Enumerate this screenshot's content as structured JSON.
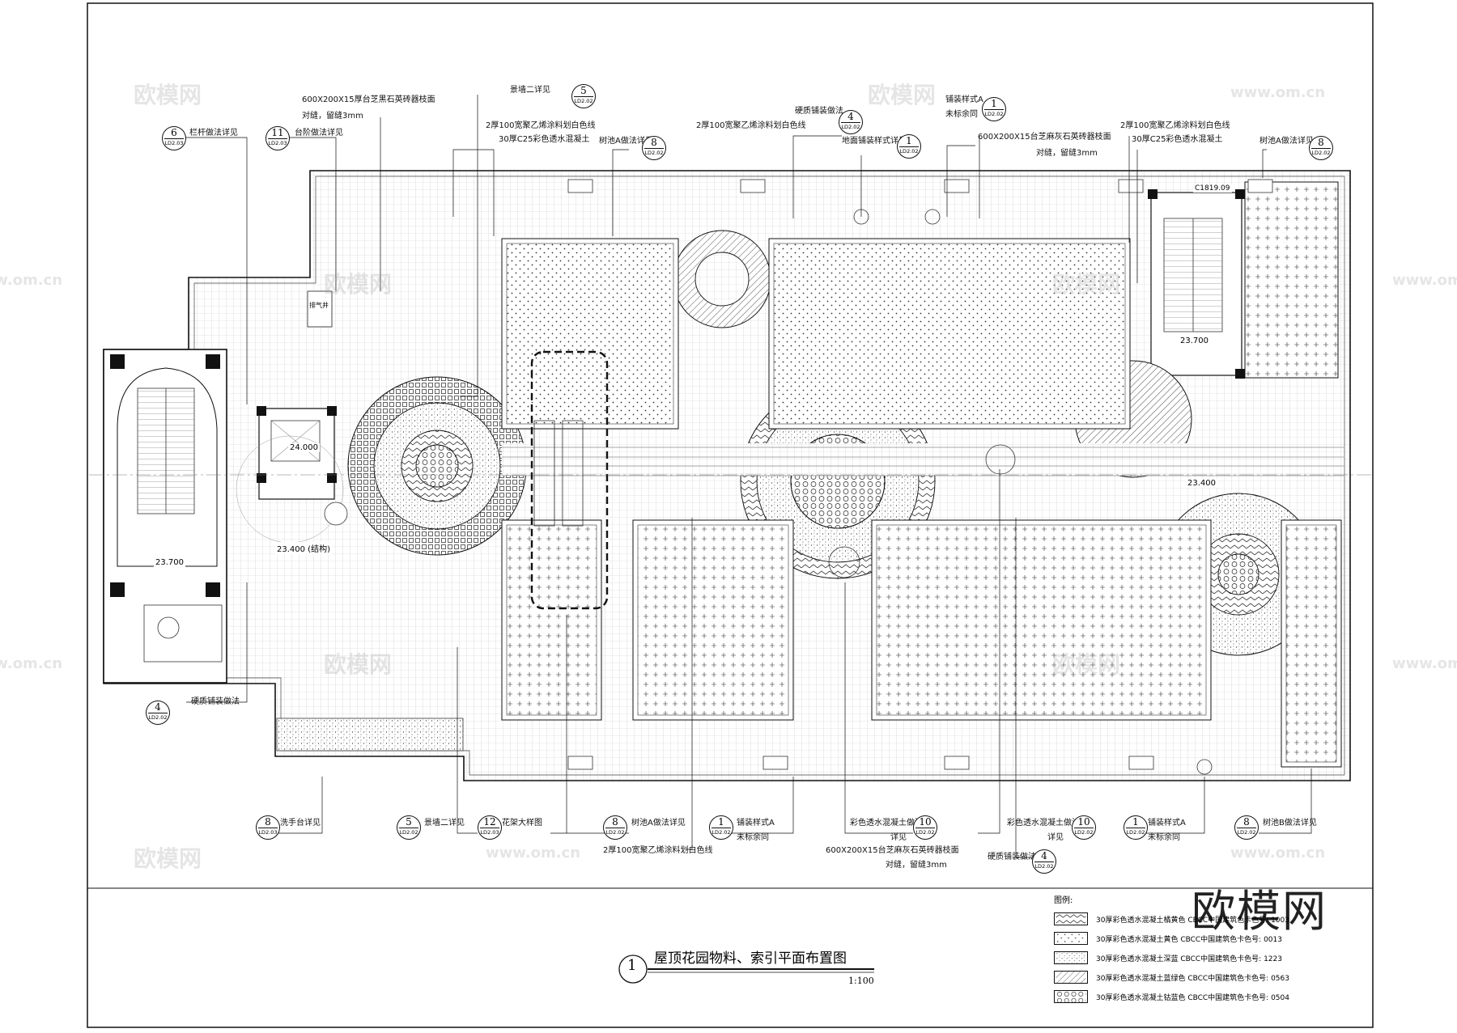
{
  "drawing": {
    "title": "屋顶花园物料、索引平面布置图",
    "scale": "1:100",
    "index_number": "1"
  },
  "callouts_top": {
    "c1": "600X200X15厚台芝黑石英砖器枝面",
    "c1b": "对缝，留缝3mm",
    "c2": "栏杆做法详见",
    "c3": "台阶做法详见",
    "c4": "景墙二详见",
    "c5": "2厚100宽聚乙烯涂料划白色线",
    "c6": "30厚C25彩色透水混凝土",
    "c7": "树池A做法详见",
    "c8": "2厚100宽聚乙烯涂料划白色线",
    "c9": "硬质铺装做法",
    "c10": "地面铺装样式详见",
    "c11": "铺装样式A",
    "c11b": "未标余同",
    "c12": "600X200X15台芝麻灰石英砖器枝面",
    "c12b": "对缝，留缝3mm",
    "c13": "2厚100宽聚乙烯涂料划白色线",
    "c14": "30厚C25彩色透水混凝土",
    "c15": "树池A做法详见"
  },
  "callouts_bottom": {
    "b1": "硬质铺装做法",
    "b2": "洗手台详见",
    "b3": "景墙二详见",
    "b4": "花架大样图",
    "b5": "树池A做法详见",
    "b6": "2厚100宽聚乙烯涂料划白色线",
    "b7": "铺装样式A",
    "b7b": "未标余同",
    "b8": "彩色透水混凝土做法",
    "b8b": "详见",
    "b9": "600X200X15台芝麻灰石英砖器枝面",
    "b9b": "对缝，留缝3mm",
    "b10": "彩色透水混凝土做法",
    "b10b": "详见",
    "b11": "硬质铺装做法",
    "b12": "铺装样式A",
    "b12b": "未标余同",
    "b13": "树池B做法详见"
  },
  "bubbles": [
    {
      "num": "6",
      "ref": "LD2.03"
    },
    {
      "num": "11",
      "ref": "LD2.03"
    },
    {
      "num": "5",
      "ref": "LD2.02"
    },
    {
      "num": "8",
      "ref": "LD2.02"
    },
    {
      "num": "4",
      "ref": "LD2.02"
    },
    {
      "num": "1",
      "ref": "LD2.02"
    },
    {
      "num": "1",
      "ref": "LD2.02"
    },
    {
      "num": "8",
      "ref": "LD2.02"
    },
    {
      "num": "4",
      "ref": "LD2.02"
    },
    {
      "num": "8",
      "ref": "LD2.03"
    },
    {
      "num": "5",
      "ref": "LD2.02"
    },
    {
      "num": "12",
      "ref": "LD2.03"
    },
    {
      "num": "8",
      "ref": "LD2.02"
    },
    {
      "num": "1",
      "ref": "LD2.02"
    },
    {
      "num": "10",
      "ref": "LD2.02"
    },
    {
      "num": "10",
      "ref": "LD2.02"
    },
    {
      "num": "4",
      "ref": "LD2.02"
    },
    {
      "num": "1",
      "ref": "LD2.02"
    },
    {
      "num": "8",
      "ref": "LD2.02"
    }
  ],
  "elevations": {
    "e1": "23.700",
    "e2": "24.000",
    "e3": "23.400 (结构)",
    "e4": "23.700",
    "e5": "23.400",
    "e6": "C1819.09",
    "e7": "排气井"
  },
  "legend": {
    "title": "图例:",
    "items": [
      "30厚彩色透水混凝土橘黄色  CBCC中国建筑色卡色号: 1003",
      "30厚彩色透水混凝土黄色  CBCC中国建筑色卡色号: 0013",
      "30厚彩色透水混凝土深蓝  CBCC中国建筑色卡色号: 1223",
      "30厚彩色透水混凝土蓝绿色  CBCC中国建筑色卡色号: 0563",
      "30厚彩色透水混凝土钴蓝色  CBCC中国建筑色卡色号: 0504"
    ]
  },
  "watermarks": {
    "brand": "欧模网",
    "site": "www.om.cn"
  }
}
